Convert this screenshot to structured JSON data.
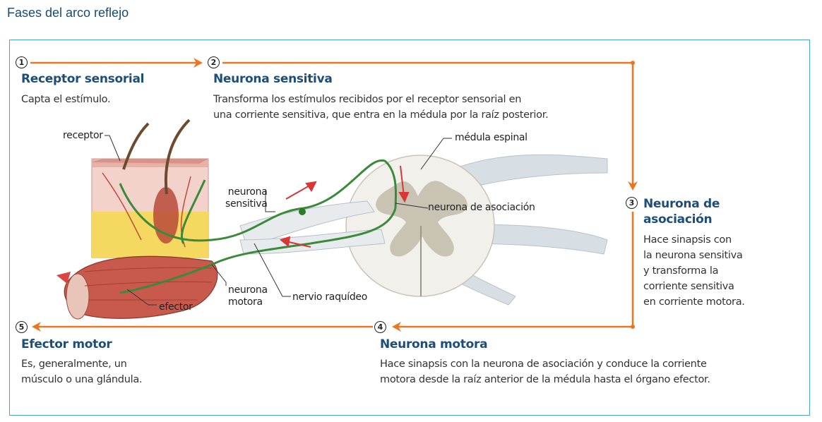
{
  "title": "Fases del arco reflejo",
  "colors": {
    "arrow": "#e87722",
    "title": "#1e4d77",
    "frame": "#4aa3c8",
    "nerve": "#3a8a3a"
  },
  "steps": [
    {
      "number": "1",
      "title": "Receptor sensorial",
      "description": [
        "Capta el estímulo."
      ]
    },
    {
      "number": "2",
      "title": "Neurona sensitiva",
      "description": [
        "Transforma los estímulos recibidos por el receptor sensorial en",
        "una corriente sensitiva, que entra en la médula por la raíz posterior."
      ]
    },
    {
      "number": "3",
      "title": [
        "Neurona de",
        "asociación"
      ],
      "description": [
        "Hace sinapsis con",
        "la neurona sensitiva",
        "y transforma la",
        "corriente sensitiva",
        "en corriente motora."
      ]
    },
    {
      "number": "4",
      "title": "Neurona motora",
      "description": [
        "Hace sinapsis con la neurona de asociación y conduce la corriente",
        "motora desde la raíz anterior de la médula hasta el órgano efector."
      ]
    },
    {
      "number": "5",
      "title": "Efector motor",
      "description": [
        "Es, generalmente, un",
        "músculo o una glándula."
      ]
    }
  ],
  "labels": {
    "receptor": "receptor",
    "medula": "médula espinal",
    "neurona_sensitiva": [
      "neurona",
      "sensitiva"
    ],
    "neurona_asociacion": "neurona de asociación",
    "neurona_motora": [
      "neurona",
      "motora"
    ],
    "nervio": "nervio raquídeo",
    "efector": "efector"
  }
}
